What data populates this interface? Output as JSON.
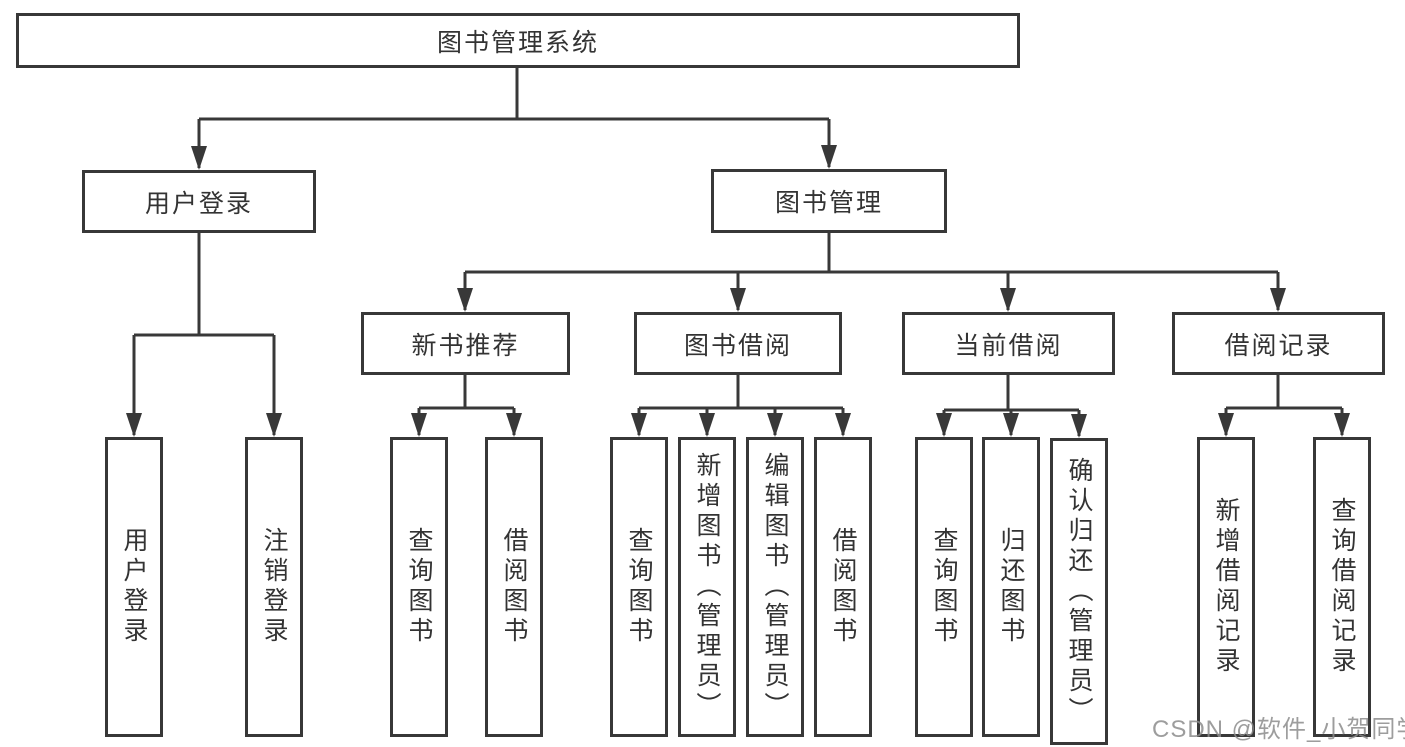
{
  "diagram": {
    "root": "图书管理系统",
    "branches": {
      "user_login": "用户登录",
      "book_mgmt": "图书管理"
    },
    "modules": {
      "new_book": "新书推荐",
      "book_borrow": "图书借阅",
      "current_borrow": "当前借阅",
      "borrow_records": "借阅记录"
    },
    "leaves": {
      "user_login": [
        "用户登录",
        "注销登录"
      ],
      "new_book": [
        "查询图书",
        "借阅图书"
      ],
      "book_borrow": [
        "查询图书",
        "新增图书（管理员）",
        "编辑图书（管理员）",
        "借阅图书"
      ],
      "current_borrow": [
        "查询图书",
        "归还图书",
        "确认归还（管理员）"
      ],
      "borrow_records": [
        "新增借阅记录",
        "查询借阅记录"
      ]
    }
  },
  "watermark": "CSDN @软件_小贺同学",
  "colors": {
    "line": "#383838",
    "text": "#333333",
    "background": "#ffffff"
  }
}
